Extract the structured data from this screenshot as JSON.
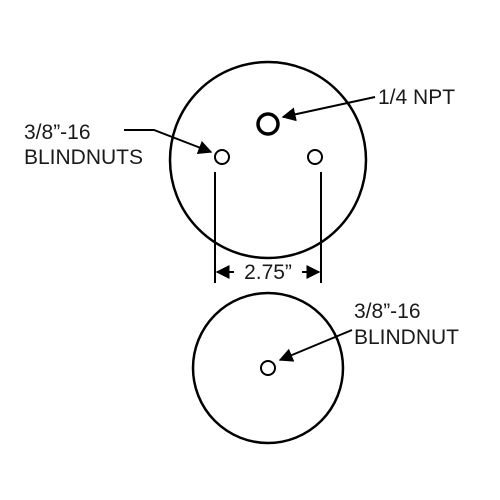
{
  "labels": {
    "npt": "1/4 NPT",
    "blindnuts_line1": "3/8”-16",
    "blindnuts_line2": "BLINDNUTS",
    "dimension": "2.75”",
    "blindnut_line1": "3/8”-16",
    "blindnut_line2": "BLINDNUT"
  },
  "colors": {
    "stroke": "#000000",
    "text": "#1a1a1a",
    "background": "#ffffff"
  }
}
